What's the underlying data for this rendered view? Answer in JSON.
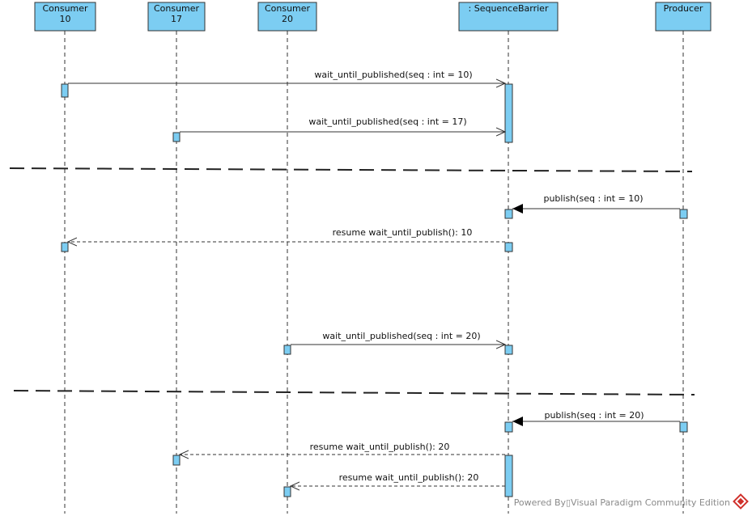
{
  "lifelines": [
    {
      "id": "consumer10",
      "label_lines": [
        "Consumer",
        "10"
      ]
    },
    {
      "id": "consumer17",
      "label_lines": [
        "Consumer",
        "17"
      ]
    },
    {
      "id": "consumer20",
      "label_lines": [
        "Consumer",
        "20"
      ]
    },
    {
      "id": "barrier",
      "label_lines": [
        ": SequenceBarrier"
      ]
    },
    {
      "id": "producer",
      "label_lines": [
        "Producer"
      ]
    }
  ],
  "messages": [
    {
      "label": "wait_until_published(seq : int = 10)",
      "from": "consumer10",
      "to": "barrier",
      "kind": "call"
    },
    {
      "label": "wait_until_published(seq : int = 17)",
      "from": "consumer17",
      "to": "barrier",
      "kind": "call"
    },
    {
      "label": "publish(seq : int = 10)",
      "from": "producer",
      "to": "barrier",
      "kind": "sync"
    },
    {
      "label": "resume wait_until_publish(): 10",
      "from": "barrier",
      "to": "consumer10",
      "kind": "return"
    },
    {
      "label": "wait_until_published(seq : int = 20)",
      "from": "consumer20",
      "to": "barrier",
      "kind": "call"
    },
    {
      "label": "publish(seq : int = 20)",
      "from": "producer",
      "to": "barrier",
      "kind": "sync"
    },
    {
      "label": "resume wait_until_publish(): 20",
      "from": "barrier",
      "to": "consumer17",
      "kind": "return"
    },
    {
      "label": "resume wait_until_publish(): 20",
      "from": "barrier",
      "to": "consumer20",
      "kind": "return"
    }
  ],
  "footer": {
    "text": "Powered By▯Visual Paradigm Community Edition",
    "logo_icon": "visual-paradigm-logo-icon",
    "logo_color": "#d0302b"
  },
  "colors": {
    "lifeline_fill": "#7ccdf2",
    "stroke": "#333333"
  }
}
